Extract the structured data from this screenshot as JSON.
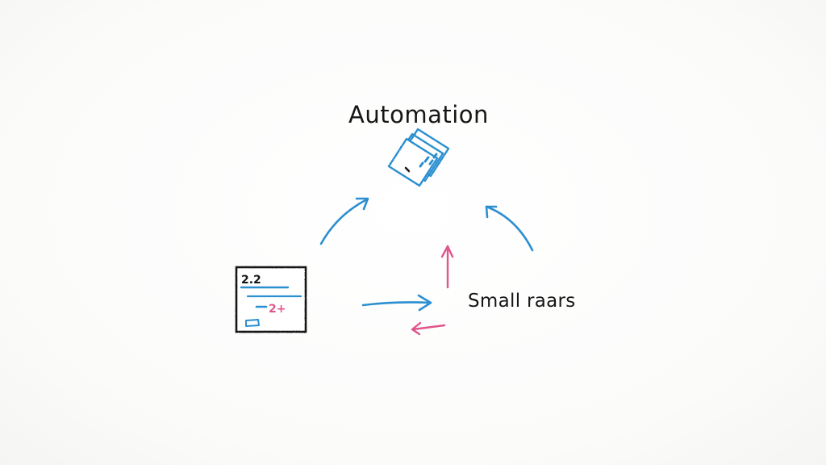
{
  "diagram": {
    "title": "Automation",
    "side_label": "Small raars",
    "document": {
      "heading": "2.2",
      "note": "2+"
    }
  },
  "colors": {
    "ink": "#161616",
    "blue": "#2b8fd0",
    "pink": "#e0558a"
  },
  "icons": {
    "top": "stacked-cards-icon",
    "left": "document-sketch-icon"
  }
}
